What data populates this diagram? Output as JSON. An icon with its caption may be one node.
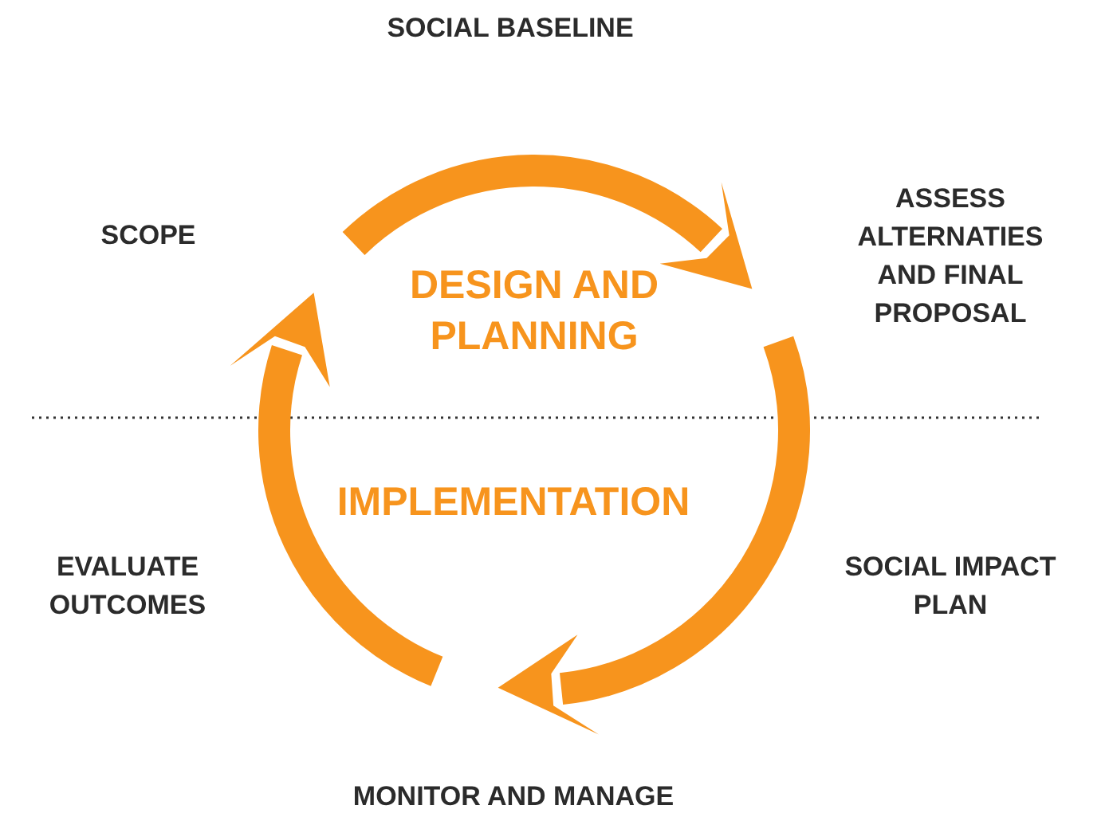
{
  "diagram": {
    "labels": [
      "SOCIAL BASELINE",
      "SCOPE",
      "ASSESS ALTERNATIES AND FINAL PROPOSAL",
      "DESIGN AND PLANNING",
      "IMPLEMENTATION",
      "EVALUATE OUTCOMES",
      "SOCIAL IMPACT PLAN",
      "MONITOR AND MANAGE"
    ]
  }
}
